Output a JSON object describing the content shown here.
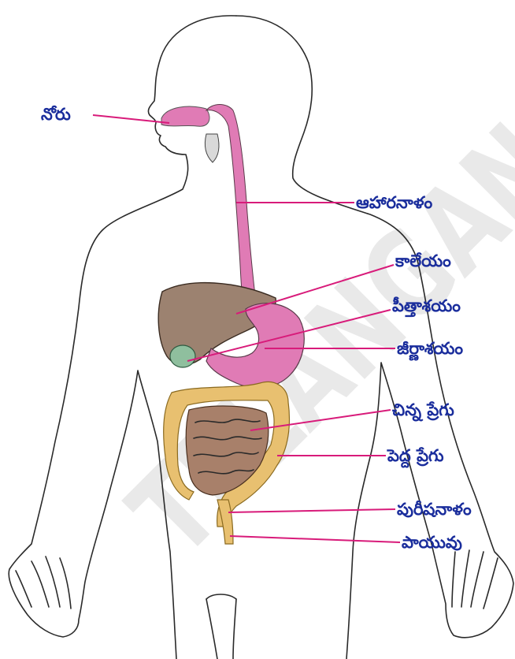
{
  "watermark": "TELANGANA",
  "colors": {
    "leader": "#d81b7a",
    "label_text": "#1a2d9c",
    "tract_pink": "#e07bb5",
    "liver_brown": "#9c8270",
    "small_intestine": "#a8806a",
    "large_intestine": "#e8c070",
    "gall_bladder": "#8fbf9e"
  },
  "labels": {
    "mouth": "నోరు",
    "esophagus": "ఆహారనాళం",
    "liver": "కాలేయం",
    "gall_bladder": "పీత్తాశయం",
    "stomach": "జీర్ణాశయం",
    "small_intestine": "చిన్న ప్రేగు",
    "large_intestine": "పెద్ద ప్రేగు",
    "rectum": "పురీషనాళం",
    "anus": "పాయువు"
  }
}
